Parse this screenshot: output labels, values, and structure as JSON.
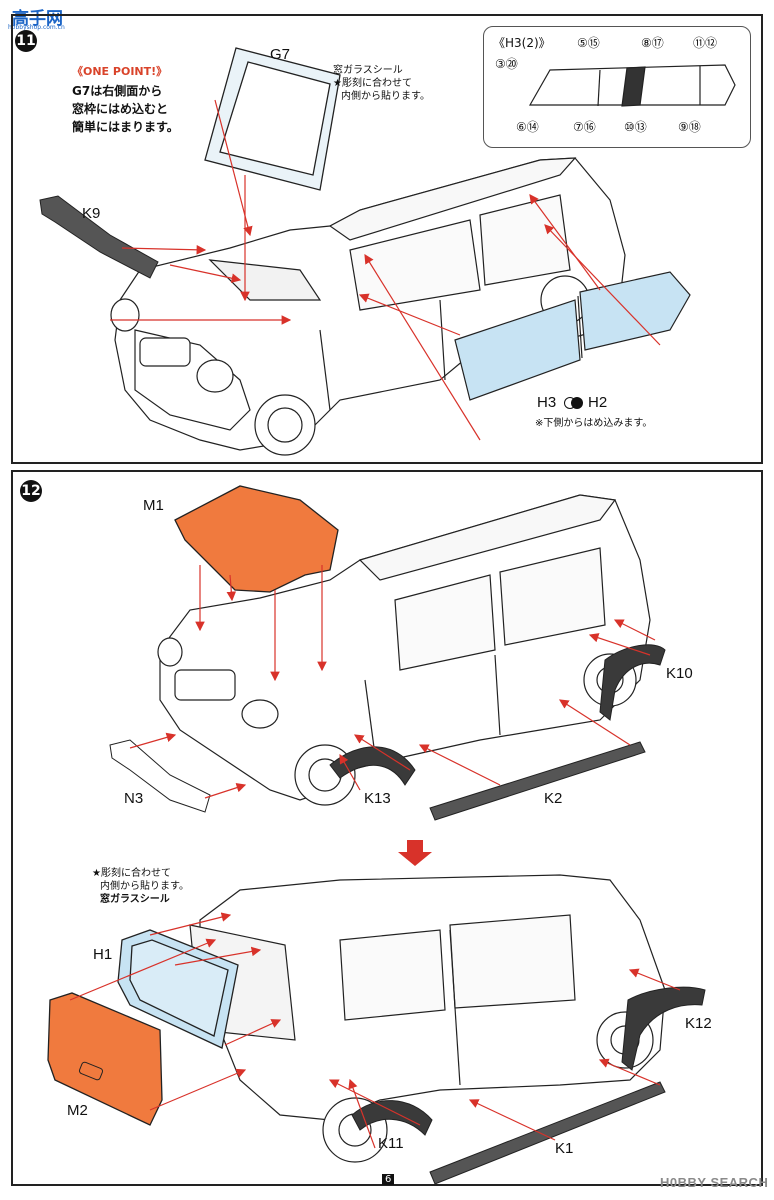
{
  "watermark": {
    "logo_text": "高手网",
    "site": "hobbyshop.com.cn",
    "hobby_search": "H0BBY SEARCH"
  },
  "step11": {
    "number": "11",
    "one_point_title": "《ONE POINT!》",
    "one_point_lines": [
      "G7は右側面から",
      "窓枠にはめ込むと",
      "簡単にはまります。"
    ],
    "seal_title": "窓ガラスシール",
    "seal_lines": [
      "★彫刻に合わせて",
      "内側から貼ります。"
    ],
    "parts": {
      "g7": "G7",
      "k9": "K9",
      "h3": "H3",
      "h2": "H2"
    },
    "note": "※下側からはめ込みます。",
    "h3_box": {
      "title": "《H3(2)》",
      "labels": [
        "③⑳",
        "⑤⑮",
        "⑧⑰",
        "⑪⑫",
        "⑥⑭",
        "⑦⑯",
        "⑩⑬",
        "⑨⑱"
      ]
    }
  },
  "step12": {
    "number": "12",
    "parts": {
      "m1": "M1",
      "n3": "N3",
      "k13": "K13",
      "k2": "K2",
      "k10": "K10",
      "h1": "H1",
      "m2": "M2",
      "k11": "K11",
      "k1": "K1",
      "k12": "K12"
    },
    "seal_lines": [
      "★彫刻に合わせて",
      "内側から貼ります。"
    ],
    "seal_title": "窓ガラスシール"
  },
  "page_number": "6",
  "colors": {
    "orange_part": "#f07a3e",
    "glass": "#c7e3f3",
    "black_part": "#3a3a3a",
    "red_arrow": "#d8322a",
    "frame": "#222222"
  }
}
